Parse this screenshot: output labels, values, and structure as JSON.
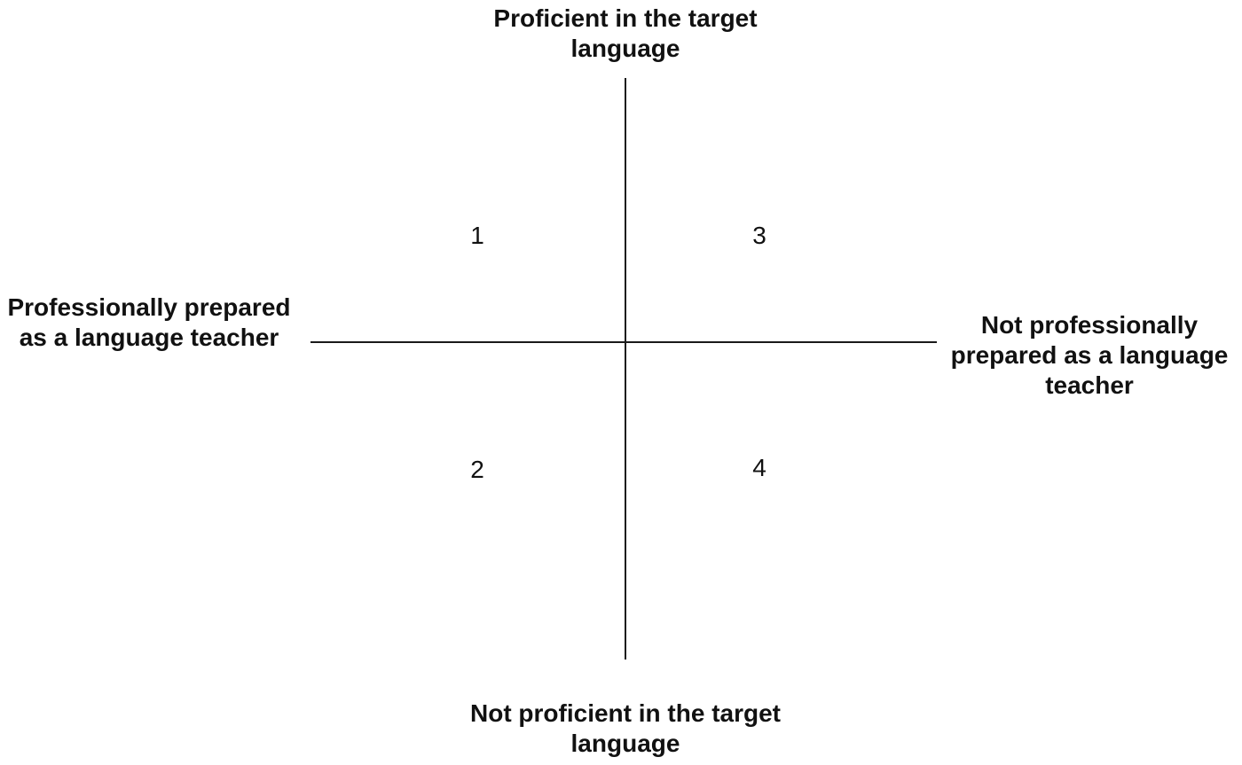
{
  "poles": {
    "top": "Proficient in the target language",
    "bottom": "Not proficient in the target language",
    "left": "Professionally prepared as a language teacher",
    "right": "Not professionally prepared as a language teacher"
  },
  "quadrants": {
    "top_left": "1",
    "bottom_left": "2",
    "top_right": "3",
    "bottom_right": "4"
  },
  "colors": {
    "line": "#1a1a1a",
    "text": "#111111",
    "background": "#ffffff"
  }
}
